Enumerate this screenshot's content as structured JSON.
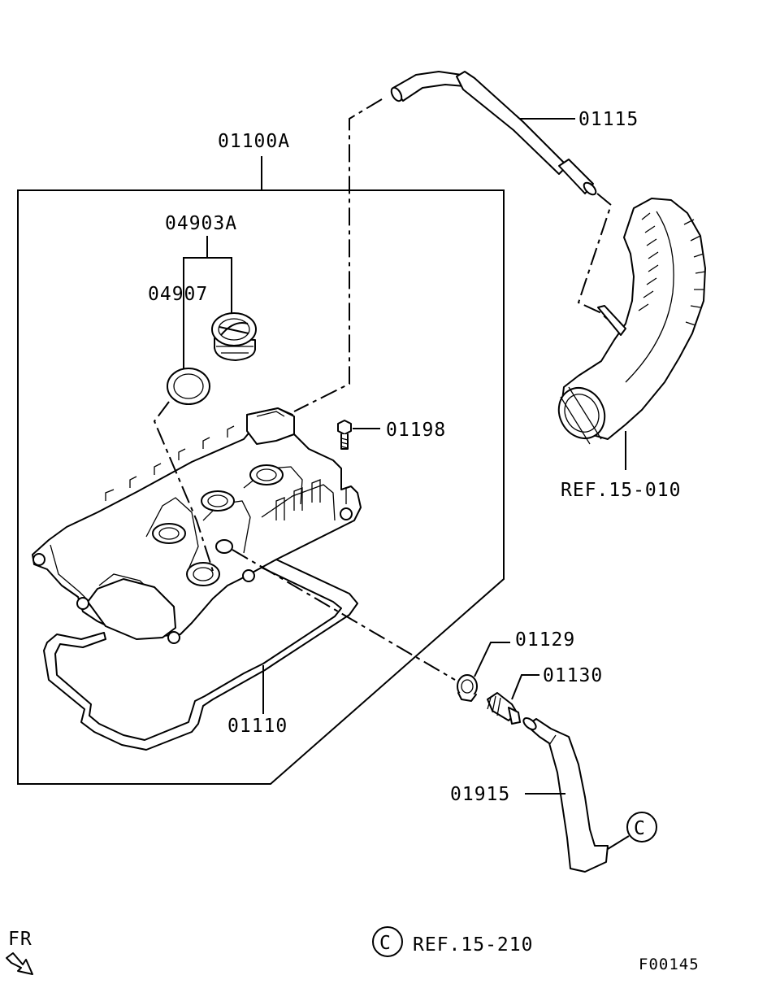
{
  "labels": {
    "assembly": "01100A",
    "cap_assy": "04903A",
    "cap_seal": "04907",
    "bolt": "01198",
    "gasket": "01110",
    "breather_hose": "01115",
    "ref_intake": "REF.15-010",
    "grommet": "01129",
    "pcv_valve": "01130",
    "pcv_hose": "01915",
    "ref_c": "REF.15-210",
    "circle_c": "C",
    "circle_c_ref": "C",
    "fr": "FR",
    "figure_code": "F00145"
  }
}
